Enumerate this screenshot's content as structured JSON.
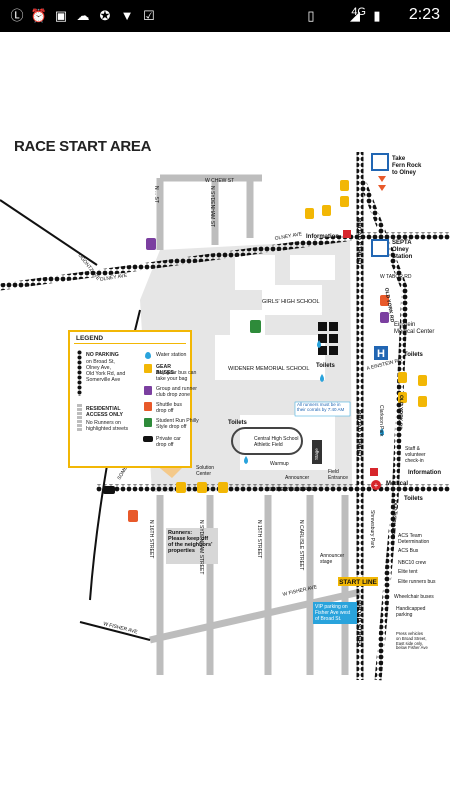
{
  "status_bar": {
    "time": "2:23",
    "network": "4G",
    "icons": [
      "notification-l-icon",
      "alarm-icon",
      "image-icon",
      "upload-icon",
      "android-icon",
      "vpn-icon",
      "clipboard-icon",
      "vibrate-icon",
      "signal-icon",
      "battery-icon"
    ]
  },
  "map": {
    "title": "RACE START AREA",
    "streets": {
      "chew_ave": "W CHEW ST",
      "olney_ave": "OLNEY AVE",
      "olney_ave_e": "OLNEY AVE",
      "ogontz": "OGONTZ AVE",
      "broad_street_1": "BROAD STREET",
      "broad_street_2": "BROAD STREET",
      "broad_street_3": "BROAD STREET",
      "tabor": "W TABOR RD",
      "old_york": "OLD YORK RD",
      "old_york_2": "OLD YORK RD",
      "old_york_3": "OLD YORK RD",
      "somerville": "SOMERVILLE AVE",
      "somerville_w": "SOMERVILLE AVE",
      "fisher": "W FISHER AVE",
      "fisher_w": "W FISHER AVE",
      "sixteenth": "N 16TH STREET",
      "sydenham": "N SYDENHAM STREET",
      "sydenham_n": "N SYDENHAM ST",
      "fifteenth": "N 15TH STREET",
      "carlisle": "N CARLISLE STREET",
      "n_ave": "N ... ST",
      "einstein_road": "A EINSTEIN RD"
    },
    "places": {
      "girls_hs": "GIRLS' HIGH SCHOOL",
      "widener": "WIDENER MEMORIAL SCHOOL",
      "central_hs": "Central High School\nAthletic Field",
      "warmup": "Warmup",
      "announcer": "Announcer",
      "stage": "Stage",
      "field_entrance": "Field\nEntrance",
      "solution_center": "Solution\nCenter",
      "clarkson": "Clarkson Park",
      "shrewsbury": "Shrewsbury Park",
      "announcer_stage": "Announcer\nstage"
    },
    "labels": {
      "take_fern_rock": "Take\nFern Rock\nto Olney",
      "septa": "SEPTA\nOlney\nStation",
      "information_top": "Information",
      "information_right": "Information",
      "einstein": "Einstein\nMedical Center",
      "toilets_1": "Toilets",
      "toilets_2": "Toilets",
      "toilets_3": "Toilets",
      "toilets_4": "Toilets",
      "all_runners": "All runners must be in\ntheir corrals by 7:40 AM",
      "staff": "Staff &\nvolunteer\ncheck-in",
      "medical": "Medical",
      "acs_team": "ACS Team\nDetermination",
      "acs_bus": "ACS Bus",
      "nbc10": "NBC10 crew",
      "elite_tent": "Elite tent",
      "elite_bus": "Elite runners bus",
      "start_line": "START LINE",
      "wheelchair": "Wheelchair buses",
      "handicapped": "Handicapped\nparking",
      "press": "Press vehicles\non Broad Street,\nEast side only,\nbelow Fisher Ave",
      "vip": "VIP parking on\nFisher Ave west\nof Broad St.",
      "keep_off": "Runners:\nPlease keep off\nof the neighbors'\nproperties"
    }
  },
  "legend": {
    "title": "LEGEND",
    "no_parking_title": "NO PARKING",
    "no_parking_text": "on Broad St,\nOlney Ave,\nOld York Rd, and\nSomerville Ave",
    "residential_title": "RESIDENTIAL\nACCESS ONLY",
    "residential_text": "No Runners on\nhighlighted streets",
    "water": "Water station",
    "gear_title": "GEAR BUSES",
    "gear_text": "Any gear bus can\ntake your bag",
    "group": "Group and runner\nclub drop zone",
    "shuttle": "Shuttle bus\ndrop off",
    "student": "Student Run Philly\nStyle drop off",
    "car": "Private car drop off"
  },
  "colors": {
    "no_parking": "#111111",
    "residential": "#bdbdbd",
    "gear_bus": "#f2b705",
    "group_bus": "#7b3fa0",
    "shuttle": "#e8592a",
    "student": "#2e8b3a",
    "water": "#29a3dc",
    "info": "#d7262c",
    "legend_border": "#f2b705",
    "vip": "#29a3dc",
    "start_line": "#f2b705"
  }
}
